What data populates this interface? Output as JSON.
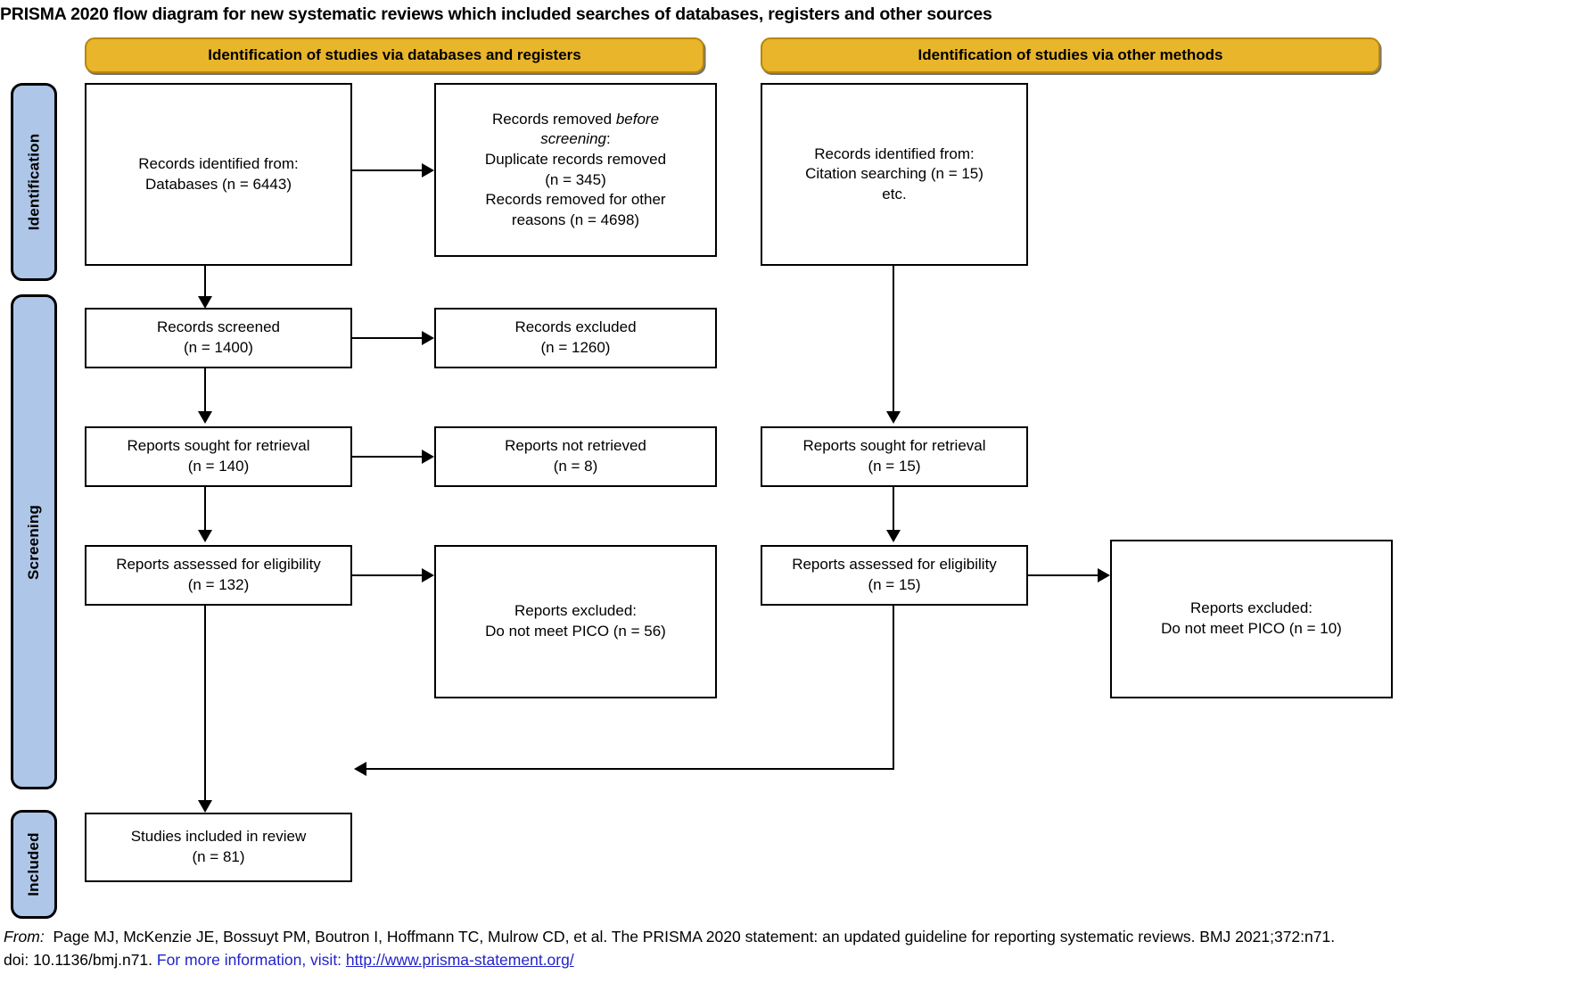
{
  "title": "PRISMA 2020 flow diagram for new systematic reviews which included searches of databases, registers and other sources",
  "colors": {
    "banner_fill": "#E8B52B",
    "banner_border": "#B8860B",
    "rail_fill": "#AEC6E8",
    "box_border": "#000000",
    "link": "#2222CC"
  },
  "banners": {
    "left": "Identification of studies via databases and registers",
    "right": "Identification of studies via other methods"
  },
  "rails": [
    {
      "label": "Identification"
    },
    {
      "label": "Screening"
    },
    {
      "label": "Included"
    }
  ],
  "boxes": {
    "records_identified": {
      "line1": "Records identified from:",
      "line2": "Databases (n = 6443)"
    },
    "records_removed": {
      "line1_pre": "Records removed ",
      "line1_em": "before",
      "line2_em": "screening",
      "line2_post": ":",
      "line3": "Duplicate records removed",
      "line4": "(n = 345)",
      "line5": "Records removed for other",
      "line6": "reasons (n = 4698)"
    },
    "records_screened": {
      "line1": "Records screened",
      "line2": "(n = 1400)"
    },
    "records_excluded": {
      "line1": "Records excluded",
      "line2": "(n = 1260)"
    },
    "reports_sought_left": {
      "line1": "Reports sought for retrieval",
      "line2": "(n = 140)"
    },
    "reports_not_retrieved_left": {
      "line1": "Reports not retrieved",
      "line2": "(n = 8)"
    },
    "reports_assessed_left": {
      "line1": "Reports assessed for eligibility",
      "line2": "(n = 132)"
    },
    "reports_excluded_left": {
      "line1": "Reports excluded:",
      "line2": "Do not meet PICO (n = 56)"
    },
    "other_identified": {
      "line1": "Records identified from:",
      "line2": "Citation searching (n = 15)",
      "line3": "etc."
    },
    "reports_sought_right": {
      "line1": "Reports sought for retrieval",
      "line2": "(n = 15)"
    },
    "reports_assessed_right": {
      "line1": "Reports assessed for eligibility",
      "line2": "(n = 15)"
    },
    "reports_excluded_right": {
      "line1": "Reports excluded:",
      "line2": "Do not meet PICO (n = 10)"
    },
    "studies_included": {
      "line1": "Studies included in review",
      "line2": "(n = 81)"
    }
  },
  "footer": {
    "from_label": "From:",
    "citation": "Page MJ, McKenzie JE, Bossuyt PM, Boutron I, Hoffmann TC, Mulrow CD, et al. The PRISMA 2020 statement: an updated guideline for reporting systematic reviews. BMJ 2021;372:n71.",
    "doi": "doi: 10.1136/bmj.n71.",
    "more_info": "For more information, visit:",
    "url": "http://www.prisma-statement.org/"
  }
}
